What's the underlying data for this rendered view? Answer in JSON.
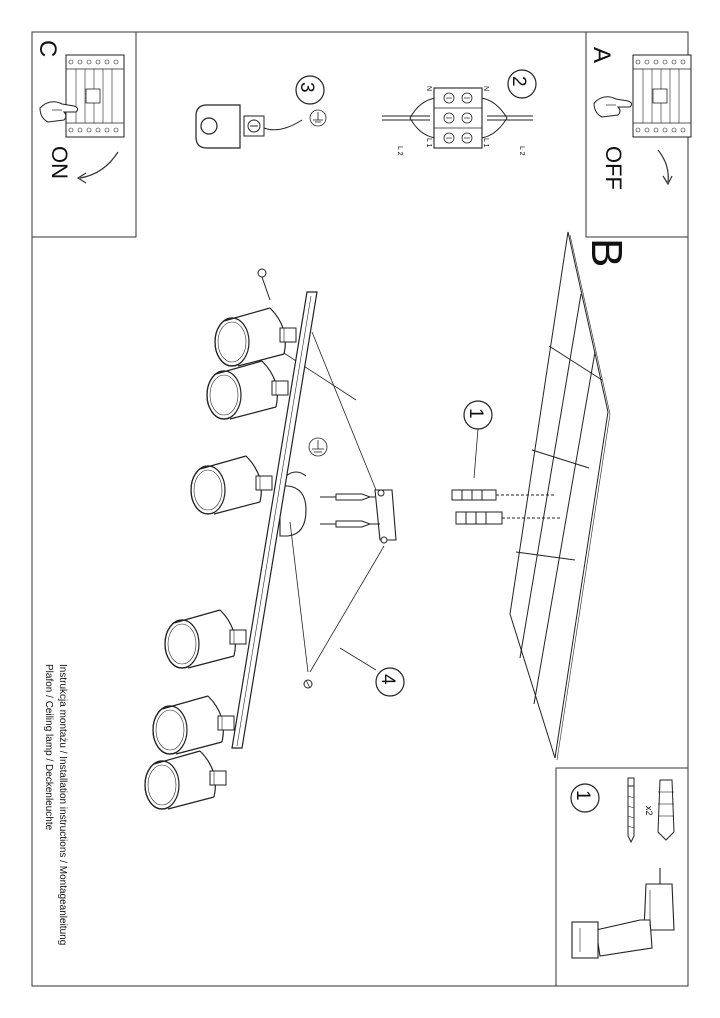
{
  "panels": {
    "A": {
      "letter": "A",
      "caption": "OFF"
    },
    "B": {
      "letter": "B"
    },
    "C": {
      "letter": "C",
      "caption": "ON"
    }
  },
  "steps": {
    "s1": "1",
    "s2": "2",
    "s3": "3",
    "s4": "4"
  },
  "wiring": {
    "n_left": "N",
    "n_right": "N",
    "l1_left": "L 1",
    "l2_left": "L 2",
    "l1_right": "L 1",
    "l2_right": "L 2"
  },
  "parts": {
    "step": "1",
    "count": "x2"
  },
  "footer": {
    "line1": "Instrukcja montażu / Installation instructions / Montageanleitung",
    "line2": "Plafon / Ceiling lamp / Deckenleuchte"
  }
}
